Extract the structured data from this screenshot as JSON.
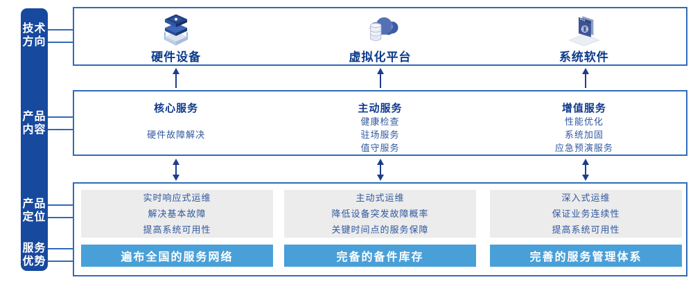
{
  "colors": {
    "sidebar_bg": "#17499E",
    "box_border": "#2E6AB8",
    "title_navy": "#0C3B8C",
    "body_blue": "#31589F",
    "arrow_navy": "#1E3C8C",
    "bar_blue": "#49A0D8",
    "card_gray": "#ECECEC"
  },
  "sidebar": {
    "labels": [
      {
        "lines": [
          "技术",
          "方向"
        ]
      },
      {
        "lines": [
          "产品",
          "内容"
        ]
      },
      {
        "lines": [
          "产品",
          "定位"
        ]
      },
      {
        "lines": [
          "服务",
          "优势"
        ]
      }
    ]
  },
  "tech_row": {
    "items": [
      {
        "icon": "server-stack-icon",
        "label": "硬件设备"
      },
      {
        "icon": "cloud-database-icon",
        "label": "虚拟化平台"
      },
      {
        "icon": "code-window-icon",
        "label": "系统软件"
      }
    ]
  },
  "content_row": {
    "columns": [
      {
        "title": "核心服务",
        "items": [
          "硬件故障解决"
        ]
      },
      {
        "title": "主动服务",
        "items": [
          "健康检查",
          "驻场服务",
          "值守服务"
        ]
      },
      {
        "title": "增值服务",
        "items": [
          "性能优化",
          "系统加固",
          "应急预演服务"
        ]
      }
    ]
  },
  "positioning_row": {
    "columns": [
      {
        "lines": [
          "实时响应式运维",
          "解决基本故障",
          "提高系统可用性"
        ],
        "bar": "遍布全国的服务网络"
      },
      {
        "lines": [
          "主动式运维",
          "降低设备突发故障概率",
          "关键时间点的服务保障"
        ],
        "bar": "完备的备件库存"
      },
      {
        "lines": [
          "深入式运维",
          "保证业务连续性",
          "提高系统可用性"
        ],
        "bar": "完善的服务管理体系"
      }
    ]
  }
}
